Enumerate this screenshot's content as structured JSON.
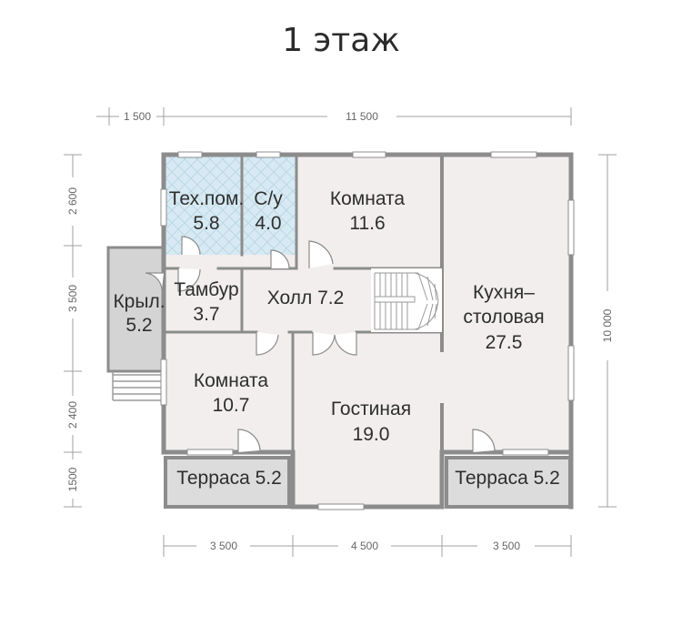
{
  "title": "1 этаж",
  "dimensions": {
    "top_left": "1 500",
    "top_main": "11 500",
    "bottom_left": "3 500",
    "bottom_mid": "4 500",
    "bottom_right": "3 500",
    "right": "10 000",
    "left_1": "2 600",
    "left_2": "3 500",
    "left_3": "2 400",
    "left_4": "1500"
  },
  "rooms": {
    "tech": {
      "name": "Тех.пом.",
      "area": "5.8"
    },
    "wc": {
      "name": "С/у",
      "area": "4.0"
    },
    "room_top": {
      "name": "Комната",
      "area": "11.6"
    },
    "tambur": {
      "name": "Тамбур",
      "area": "3.7"
    },
    "hall": {
      "label": "Холл 7.2"
    },
    "porch": {
      "name": "Крыл.",
      "area": "5.2"
    },
    "kitchen": {
      "name": "Кухня–",
      "name2": "столовая",
      "area": "27.5"
    },
    "room_left": {
      "name": "Комната",
      "area": "10.7"
    },
    "living": {
      "name": "Гостиная",
      "area": "19.0"
    },
    "terrace_left": {
      "label": "Терраса 5.2"
    },
    "terrace_right": {
      "label": "Терраса 5.2"
    }
  },
  "colors": {
    "wall": "#8c8c8c",
    "floor": "#f1eeed",
    "bathroom_tile": "#d7eaf3",
    "terrace": "#dcdcdc",
    "porch": "#d4d4d4",
    "dim_line": "#9a9a9a"
  }
}
